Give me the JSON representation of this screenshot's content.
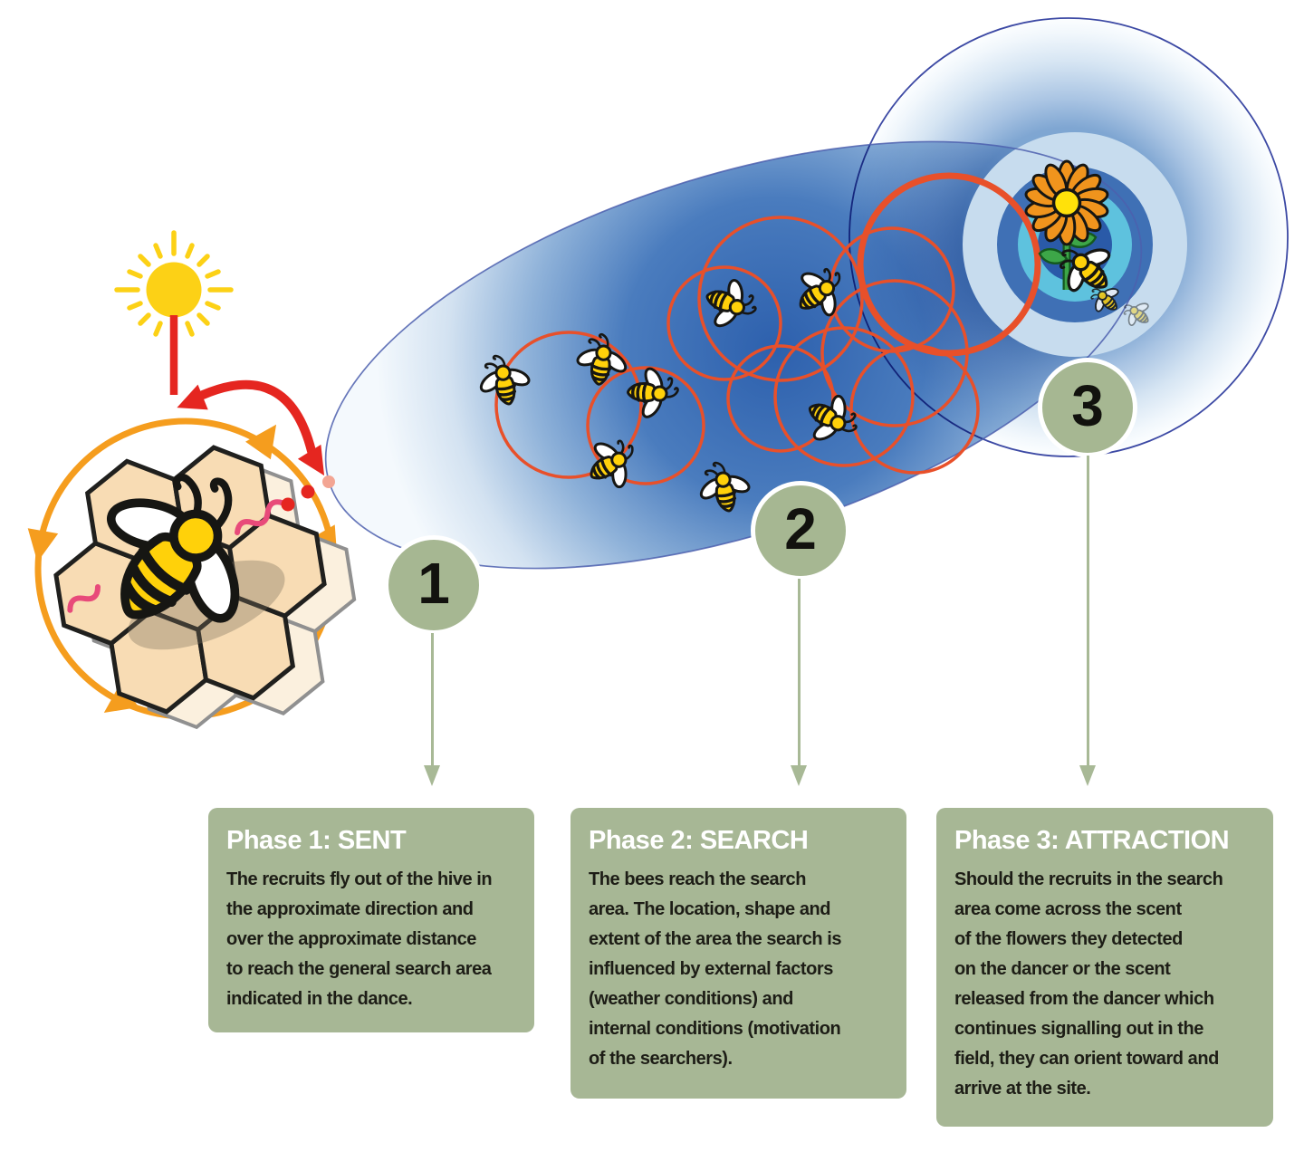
{
  "infographic": {
    "badges": [
      {
        "label": "1"
      },
      {
        "label": "2"
      },
      {
        "label": "3"
      }
    ],
    "phases": [
      {
        "title": "Phase 1: SENT",
        "body": "The recruits fly out of the hive in\nthe approximate direction and\nover the approximate distance\nto reach the general search area\nindicated in the dance."
      },
      {
        "title": "Phase 2: SEARCH",
        "body": "The bees reach the search\narea. The location, shape and\nextent of the area the search is\ninfluenced by external factors\n(weather conditions) and\ninternal conditions (motivation\nof the searchers)."
      },
      {
        "title": "Phase 3: ATTRACTION",
        "body": "Should the recruits in the search\narea come across the scent\nof the flowers they detected\non the dancer or the scent\nreleased from the dancer which\ncontinues signalling out in the\nfield, they can orient toward and\narrive at the site."
      }
    ],
    "colors": {
      "panel_green": "#a7b795",
      "badge_green": "#a6b792",
      "connector_green": "#a8b996",
      "heading_text": "#ffffff",
      "body_text": "#1d1d16",
      "sun_yellow": "#fcd116",
      "bee_yellow": "#ffd10a",
      "honeycomb_tan": "#f8dcb4",
      "dance_ring_orange": "#f59d1e",
      "search_loop_orange": "#e8502a",
      "signal_red": "#e52620",
      "waggle_pink": "#e84a7a",
      "search_area_blue": "#2d60ad",
      "scent_ring_cyan": "#5ec2de",
      "scent_center_blue": "#2a5aa8",
      "outline_indigo": "#3c49a4",
      "flower_orange": "#f0941d",
      "leaf_green": "#3da648"
    },
    "icons": [
      "sun-icon",
      "sun-direction-line",
      "direction-angle-arrow-icon",
      "dance-circle-icon",
      "honeycomb-icon",
      "waggle-dancer-bee-icon",
      "waggle-run-icon",
      "flight-dots-icon",
      "search-area-ellipse",
      "search-loop-icon",
      "scout-bee-icon",
      "scent-rings-icon",
      "flower-icon",
      "arrival-bee-icon",
      "down-arrow-icon"
    ]
  }
}
